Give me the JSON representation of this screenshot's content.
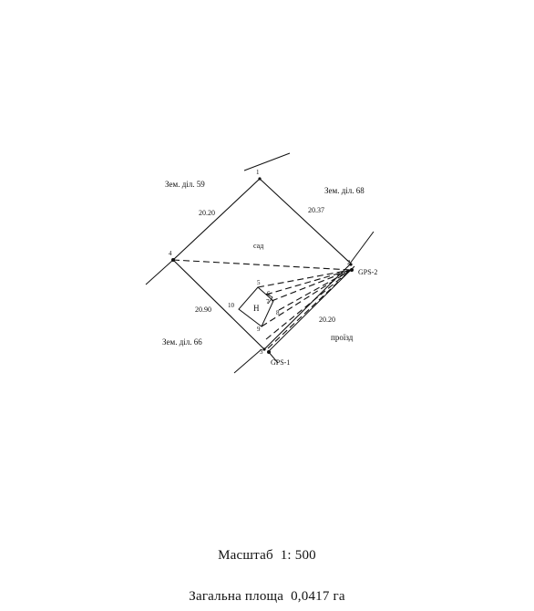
{
  "plot": {
    "neighbors": {
      "n59": "Зем. діл. 59",
      "n68": "Зем. діл. 68",
      "n66": "Зем. діл. 66",
      "road": "проїзд"
    },
    "land_use": "сад",
    "building_label": "Н",
    "points": {
      "p1": "1",
      "p2": "2",
      "p3": "3",
      "p4": "4",
      "p5": "5",
      "p6": "6",
      "p7": "7",
      "p8": "8",
      "p9": "9",
      "p10": "10"
    },
    "gps": {
      "gps1": "GPS-1",
      "gps2": "GPS-2"
    },
    "lengths": {
      "side_4_1": "20.20",
      "side_1_2": "20.37",
      "side_4_3": "20.90",
      "side_2_3": "20.20"
    }
  },
  "footer": {
    "scale_label": "Масштаб",
    "scale_value": "1:  500",
    "area_label": "Загальна площа",
    "area_value": "0,0417 га"
  }
}
